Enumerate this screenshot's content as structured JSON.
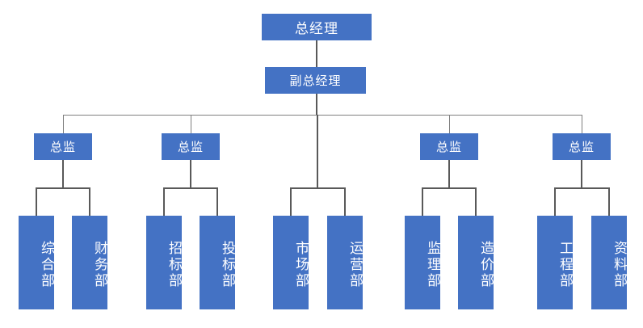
{
  "chart": {
    "type": "org-chart",
    "title": "",
    "accent_color": "#4472C4",
    "connector_color": "#595959",
    "background_color": "#ffffff",
    "text_color": "#ffffff",
    "levels": [
      {
        "level": 1,
        "nodes": [
          {
            "id": "gm",
            "label": "总经理"
          }
        ]
      },
      {
        "level": 2,
        "nodes": [
          {
            "id": "dgm",
            "label": "副总经理"
          }
        ]
      },
      {
        "level": 3,
        "nodes": [
          {
            "id": "dir1",
            "label": "总监"
          },
          {
            "id": "dir2",
            "label": "总监"
          },
          {
            "id": "dir4",
            "label": "总监"
          },
          {
            "id": "dir5",
            "label": "总监"
          }
        ]
      },
      {
        "level": 4,
        "nodes": [
          {
            "id": "d1",
            "label": "综合部"
          },
          {
            "id": "d2",
            "label": "财务部"
          },
          {
            "id": "d3",
            "label": "招标部"
          },
          {
            "id": "d4",
            "label": "投标部"
          },
          {
            "id": "d5",
            "label": "市场部"
          },
          {
            "id": "d6",
            "label": "运营部"
          },
          {
            "id": "d7",
            "label": "监理部"
          },
          {
            "id": "d8",
            "label": "造价部"
          },
          {
            "id": "d9",
            "label": "工程部"
          },
          {
            "id": "d10",
            "label": "资料部"
          }
        ]
      }
    ],
    "branches": [
      {
        "director": "总监",
        "departments": [
          "综合部",
          "财务部"
        ]
      },
      {
        "director": "总监",
        "departments": [
          "招标部",
          "投标部"
        ]
      },
      {
        "director": "",
        "departments": [
          "市场部",
          "运营部"
        ]
      },
      {
        "director": "总监",
        "departments": [
          "监理部",
          "造价部"
        ]
      },
      {
        "director": "总监",
        "departments": [
          "工程部",
          "资料部"
        ]
      }
    ]
  }
}
